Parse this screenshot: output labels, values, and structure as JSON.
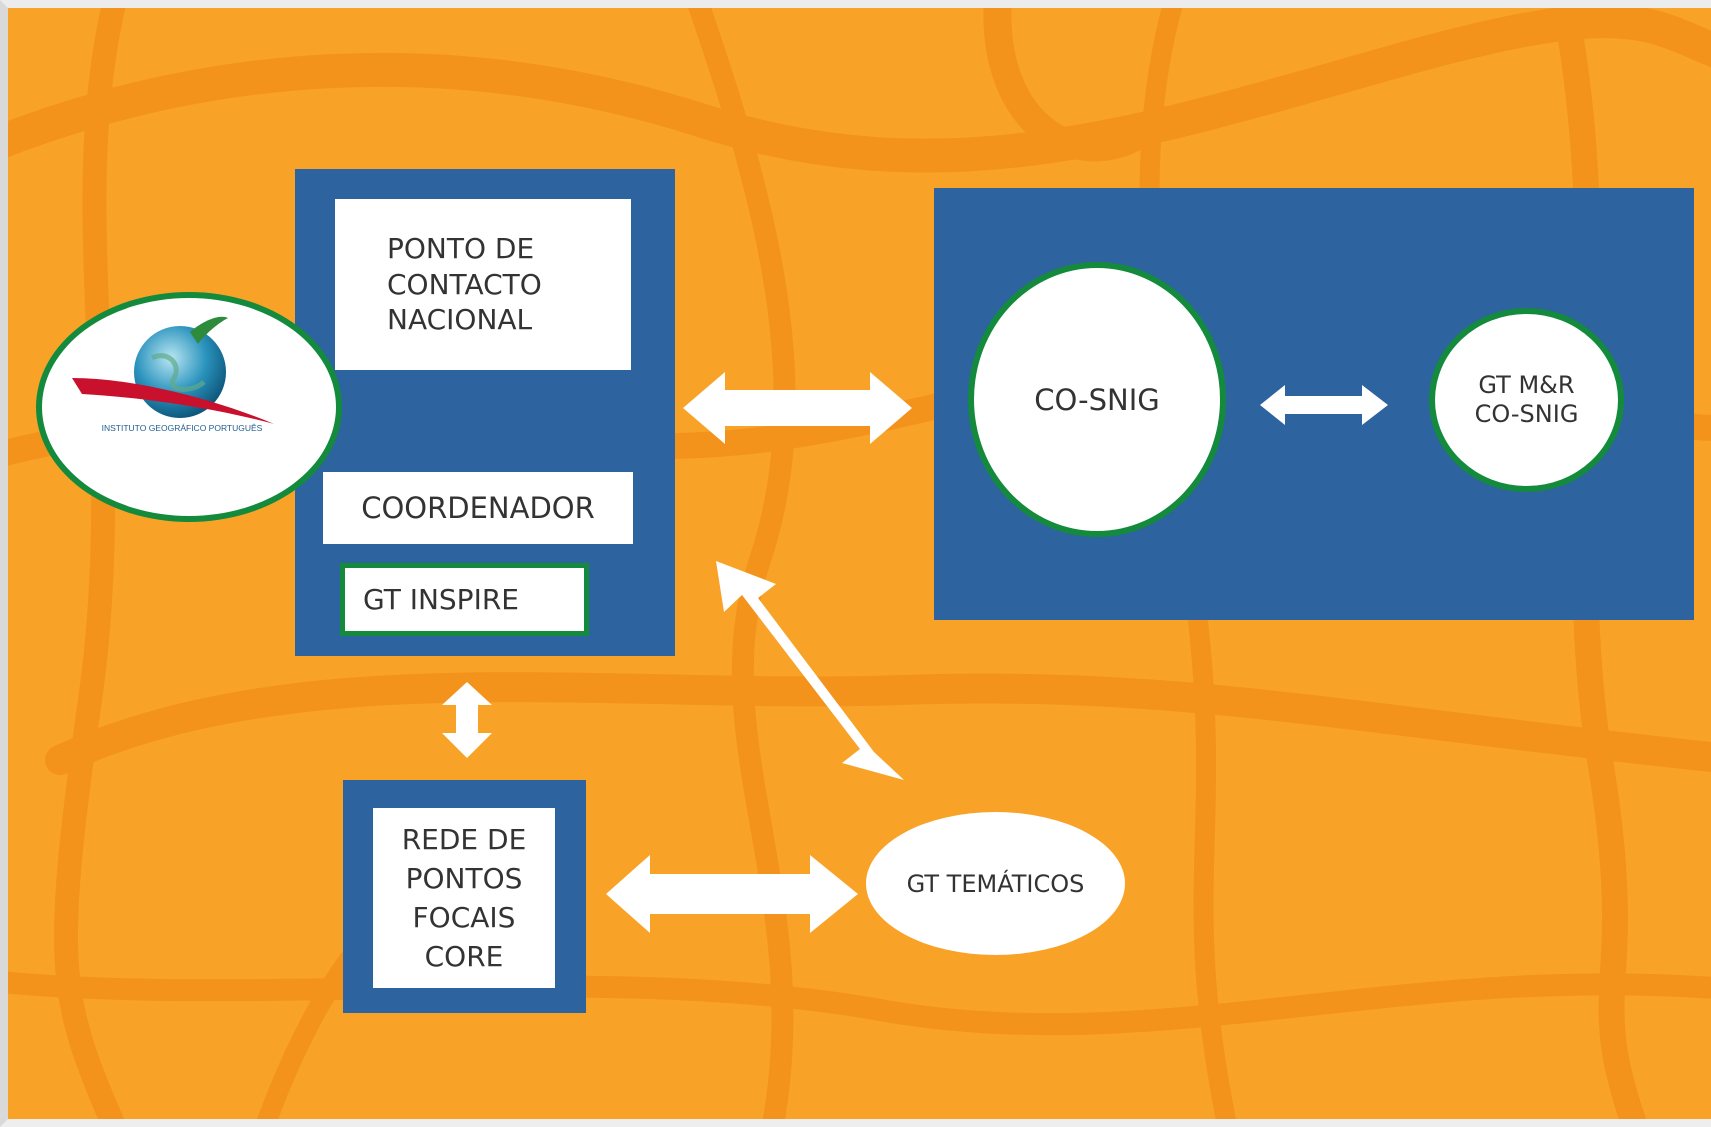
{
  "colors": {
    "background": "#f8a327",
    "panel_blue": "#2d639f",
    "ring_green": "#148a3c",
    "arrow_white": "#ffffff"
  },
  "left_panel": {
    "ponto_contacto": "PONTO DE\nCONTACTO\nNACIONAL",
    "coordenador": "COORDENADOR",
    "gt_inspire": "GT INSPIRE"
  },
  "logo": {
    "name": "globe-logo",
    "caption": "INSTITUTO GEOGRÁFICO PORTUGUÊS"
  },
  "right_panel": {
    "co_snig": "CO-SNIG",
    "gt_mr": "GT M&R\nCO-SNIG"
  },
  "rede_pontos": "REDE DE\nPONTOS\nFOCAIS\nCORE",
  "gt_tematicos": "GT TEMÁTICOS"
}
